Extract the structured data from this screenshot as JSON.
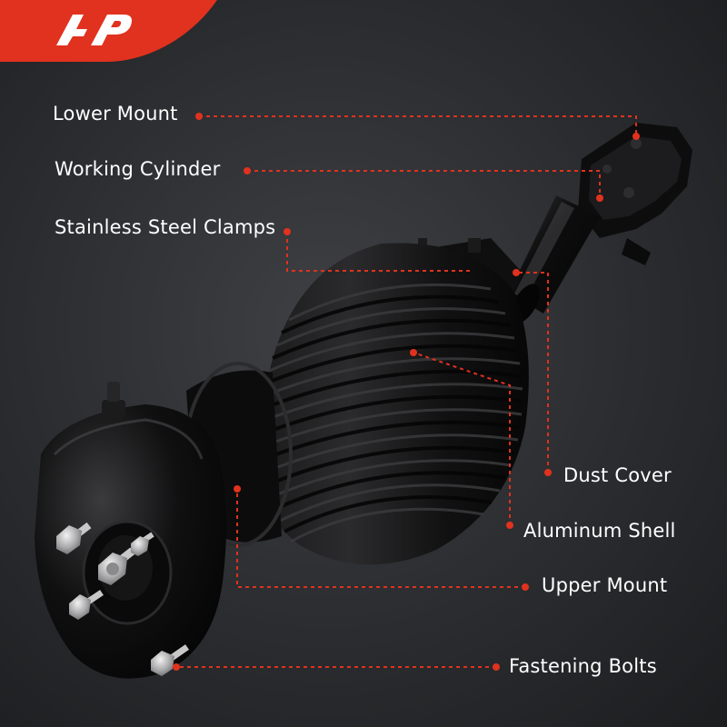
{
  "brand": {
    "logo_text": "A-P",
    "accent_color": "#e0321e"
  },
  "callouts": {
    "lower_mount": "Lower Mount",
    "working_cylinder": "Working Cylinder",
    "stainless_clamps": "Stainless Steel Clamps",
    "dust_cover": "Dust Cover",
    "aluminum_shell": "Aluminum Shell",
    "upper_mount": "Upper Mount",
    "fastening_bolts": "Fastening Bolts"
  },
  "colors": {
    "leader_line": "#e0321e",
    "label_text": "#ffffff",
    "part": "#0c0c0d"
  }
}
